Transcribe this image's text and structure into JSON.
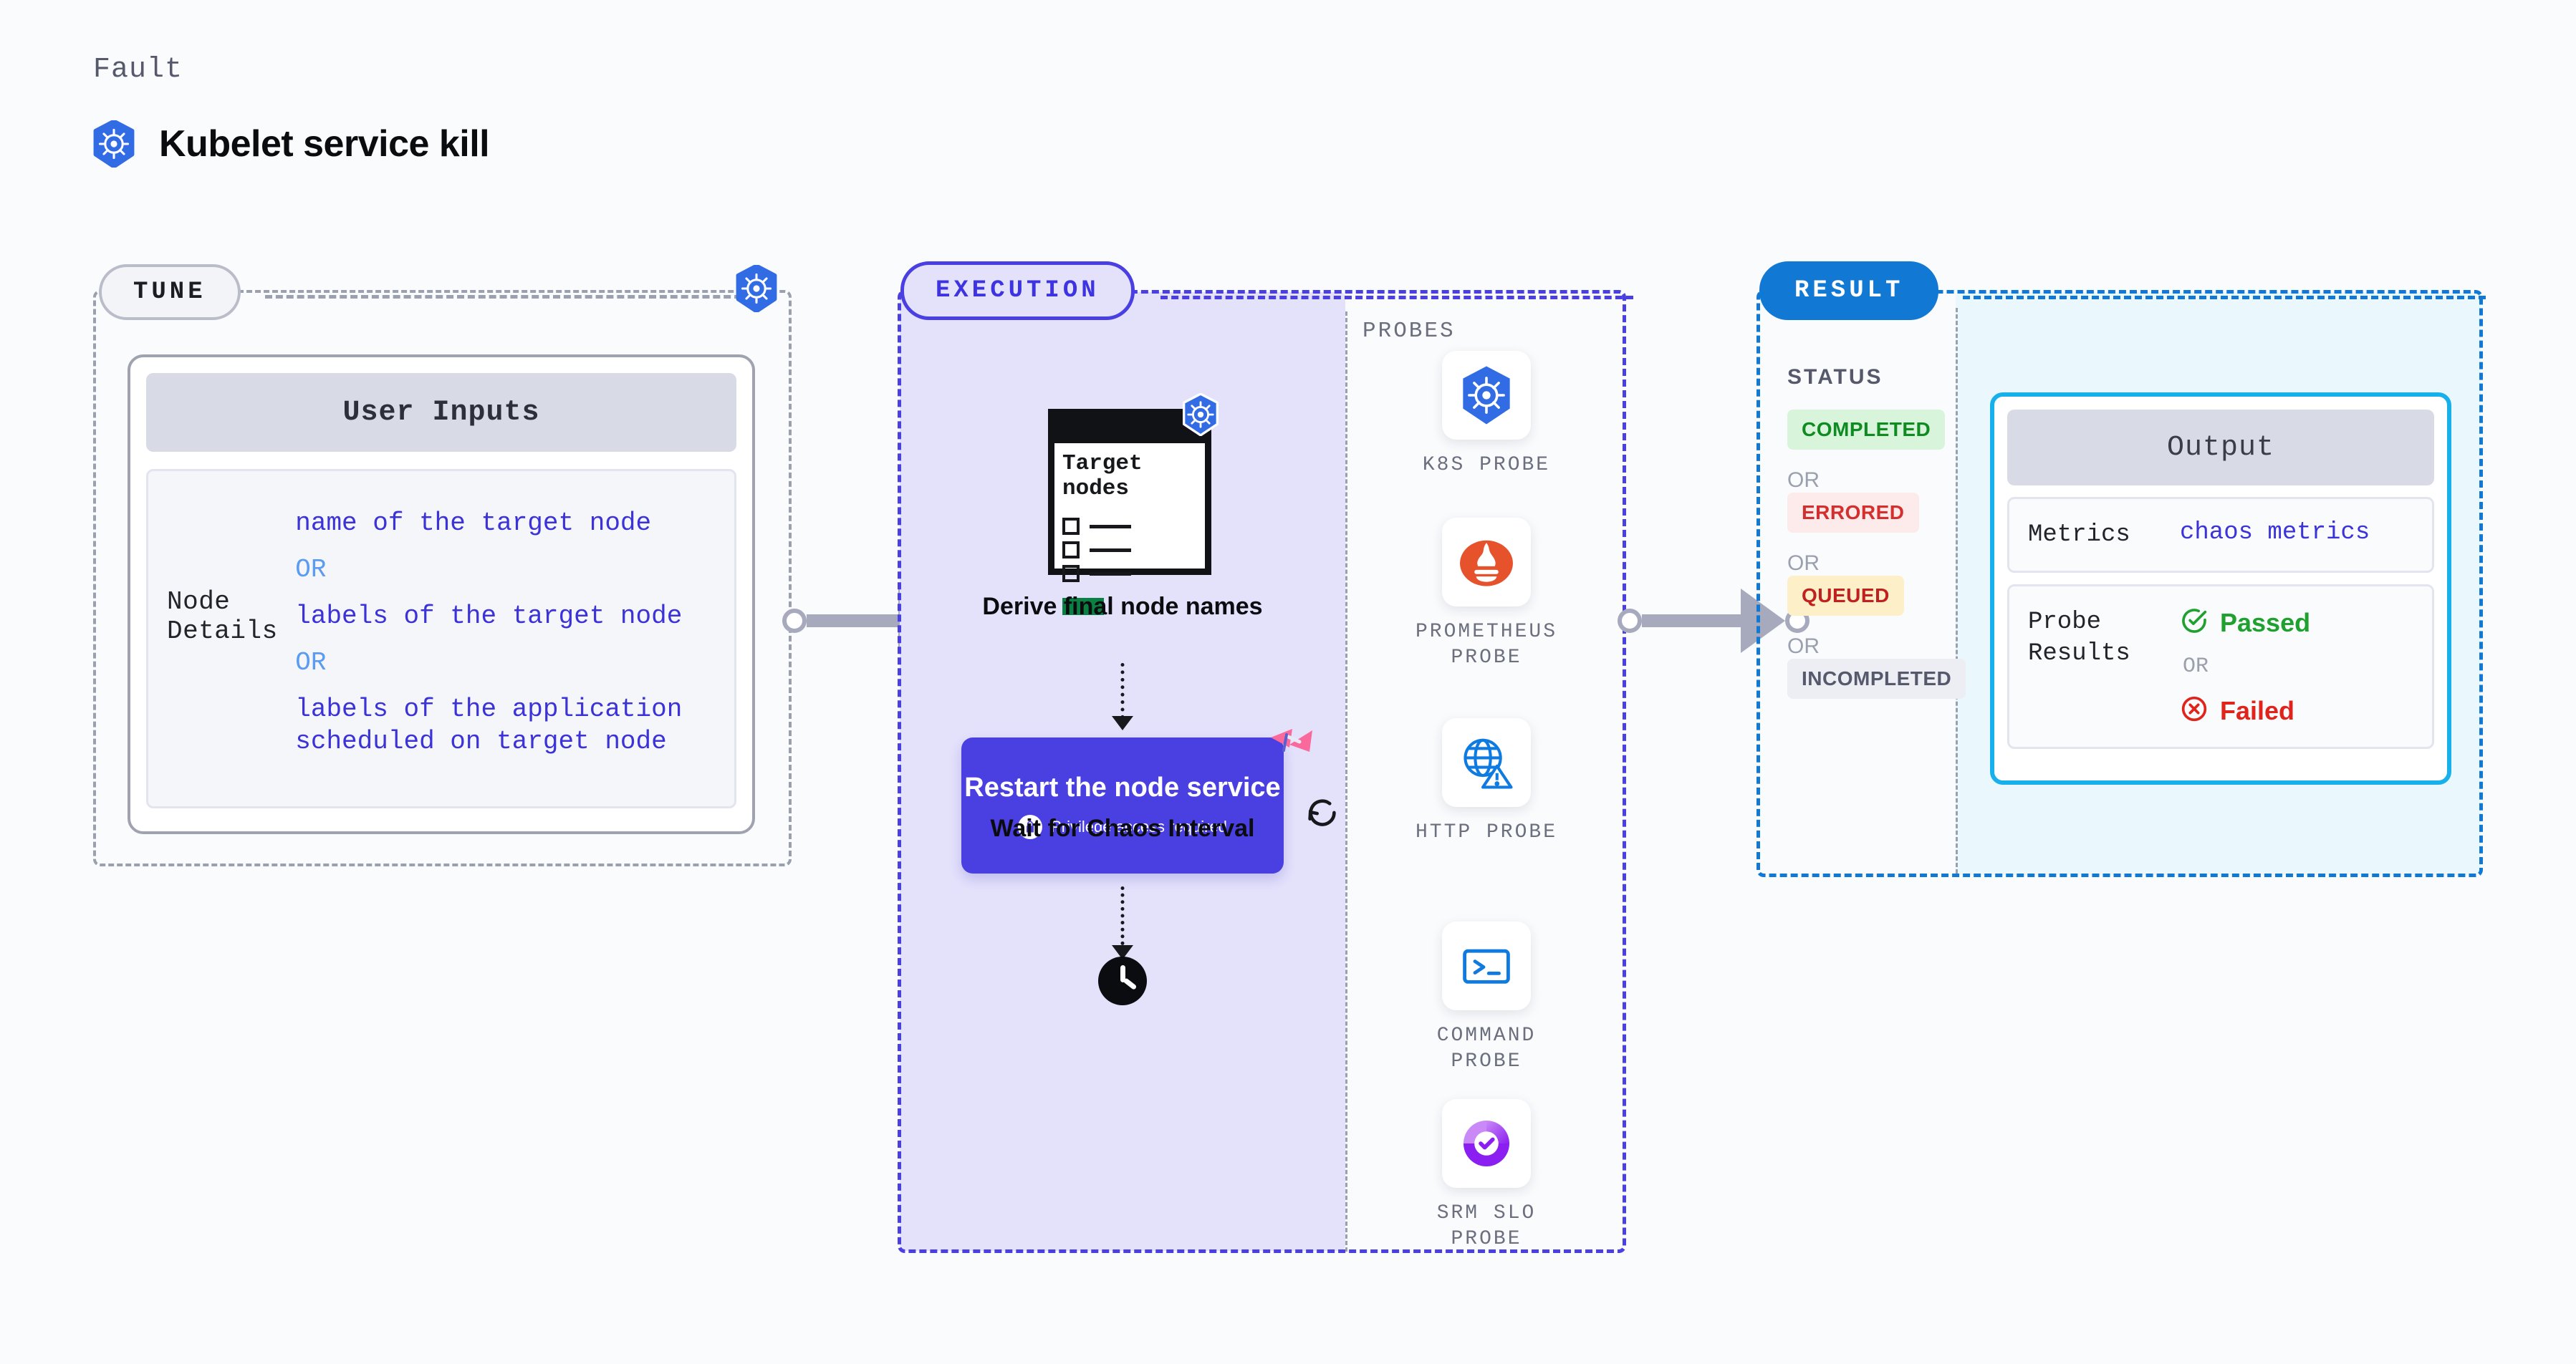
{
  "header": {
    "kicker": "Fault",
    "title": "Kubelet service kill",
    "icon": "kubernetes-icon"
  },
  "tune": {
    "tag": "TUNE",
    "corner_icon": "kubernetes-icon",
    "card": {
      "header": "User Inputs",
      "key": "Node Details",
      "values": [
        "name of the target node",
        "labels of the target node",
        "labels of the application scheduled on target node"
      ],
      "or": "OR"
    }
  },
  "execution": {
    "tag": "EXECUTION",
    "probes_label": "PROBES",
    "steps": {
      "derive": {
        "caption": "Derive final node names",
        "doc_title": "Target nodes",
        "icon": "kubernetes-icon"
      },
      "restart": {
        "title": "Restart the node service",
        "privilege": "Privilege access required",
        "lock_icon": "lock-icon",
        "corner_icon": "harness-icon",
        "retry_icon": "retry-icon"
      },
      "wait": {
        "caption": "Wait for Chaos Interval",
        "icon": "clock-icon"
      }
    },
    "probes": [
      {
        "label": "K8S PROBE",
        "icon": "kubernetes-icon"
      },
      {
        "label": "PROMETHEUS PROBE",
        "icon": "prometheus-icon"
      },
      {
        "label": "HTTP PROBE",
        "icon": "http-globe-warning-icon"
      },
      {
        "label": "COMMAND PROBE",
        "icon": "terminal-icon"
      },
      {
        "label": "SRM SLO PROBE",
        "icon": "srm-slo-icon"
      }
    ]
  },
  "result": {
    "tag": "RESULT",
    "status_title": "STATUS",
    "or": "OR",
    "statuses": [
      {
        "label": "COMPLETED",
        "bg": "#d8f5dc",
        "fg": "#0f8b21"
      },
      {
        "label": "ERRORED",
        "bg": "#fdeaea",
        "fg": "#d32f2f"
      },
      {
        "label": "QUEUED",
        "bg": "#fdf0c8",
        "fg": "#c02020"
      },
      {
        "label": "INCOMPLETED",
        "bg": "#eceef4",
        "fg": "#55596b"
      }
    ],
    "output": {
      "header": "Output",
      "metrics_key": "Metrics",
      "metrics_value": "chaos metrics",
      "probe_results_key": "Probe Results",
      "passed": "Passed",
      "failed": "Failed",
      "or": "OR",
      "pass_icon": "check-circle-icon",
      "fail_icon": "x-circle-icon"
    }
  },
  "colors": {
    "kubernetes_blue": "#326ce5",
    "execution_purple": "#4a3fe0",
    "result_blue": "#1179d4",
    "output_border": "#18b0ea",
    "harness_pink": "#f9699b"
  }
}
